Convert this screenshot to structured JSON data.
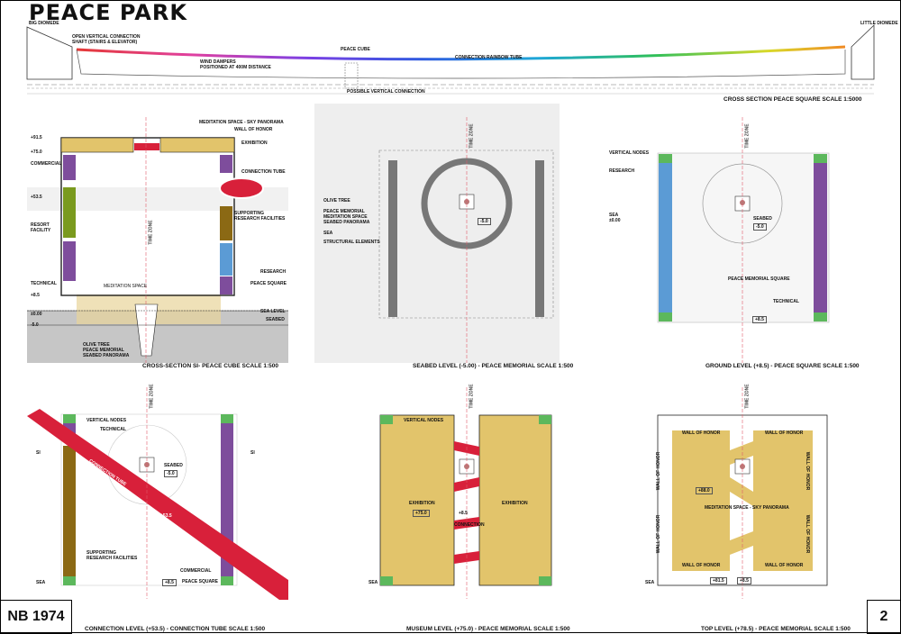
{
  "header": {
    "title": "PEACE PARK"
  },
  "footer": {
    "id": "NB 1974",
    "page": "2"
  },
  "cross_section": {
    "left_island": "BIG DIOMEDE",
    "right_island": "LITTLE DIOMEDE",
    "labels": {
      "shaft": "OPEN VERTICAL CONNECTION\nSHAFT (STAIRS & ELEVATOR)",
      "dampers": "WIND DAMPERS\nPOSITIONED AT 400M DISTANCE",
      "cube": "PEACE CUBE",
      "tube": "CONNECTION RAINBOW TUBE",
      "vertical": "POSSIBLE VERTICAL CONNECTION"
    },
    "caption": "CROSS SECTION   PEACE SQUARE  SCALE 1:5000"
  },
  "panel_section": {
    "caption": "CROSS-SECTION SI- PEACE CUBE      SCALE 1:500",
    "levels": [
      "+91.5",
      "+75.0",
      "+53.5",
      "+8.5",
      "±0.00",
      "-5.0"
    ],
    "labels": {
      "meditation_sky": "MEDITATION SPACE  - SKY PANORAMA",
      "wall": "WALL OF HONOR",
      "exhibition": "EXHIBITION",
      "tube": "CONNECTION TUBE",
      "supporting": "SUPPORTING\nRESEARCH FACILITIES",
      "commercial": "COMMERCIAL",
      "resort": "RESORT\nFACILITY",
      "technical": "TECHNICAL",
      "research": "RESEARCH",
      "square": "PEACE SQUARE",
      "sea_level": "SEA LEVEL",
      "seabed": "SEABED",
      "med_space": "MEDITATION SPACE",
      "olive": "OLIVE TREE\nPEACE MEMORIAL\nSEABED PANORAMA",
      "time_zone": "TIME ZONE"
    }
  },
  "panel_seabed": {
    "caption": "SEABED LEVEL (-5.00)  -  PEACE MEMORIAL  SCALE 1:500",
    "labels": {
      "olive": "OLIVE TREE",
      "memorial": "PEACE MEMORIAL\nMEDITATION SPACE\nSEABED PANORAMA",
      "sea": "SEA",
      "structural": "STRUCTURAL ELEMENTS",
      "level": "-5.0",
      "time_zone": "TIME ZONE"
    }
  },
  "panel_ground": {
    "caption": "GROUND LEVEL (+8.5)  -  PEACE SQUARE  SCALE 1:500",
    "labels": {
      "nodes": "VERTICAL NODES",
      "research": "RESEARCH",
      "sea": "SEA\n±0.00",
      "seabed": "SEABED",
      "seabed_val": "-5.0",
      "square": "PEACE MEMORIAL SQUARE",
      "technical": "TECHNICAL",
      "level": "+8.5",
      "time_zone": "TIME ZONE"
    }
  },
  "panel_connection": {
    "caption": "CONNECTION LEVEL (+53.5)   -  CONNECTION TUBE    SCALE 1:500",
    "labels": {
      "nodes": "VERTICAL NODES",
      "technical": "TECHNICAL",
      "si": "SI",
      "tube": "CONNECTION TUBE",
      "seabed": "SEABED",
      "seabed_val": "-5.0",
      "tube_level": "+53.5",
      "supporting": "SUPPORTING\nRESEARCH FACILITIES",
      "commercial": "COMMERCIAL",
      "square": "PEACE SQUARE",
      "sea": "SEA",
      "level": "+8.5",
      "time_zone": "TIME ZONE"
    }
  },
  "panel_museum": {
    "caption": "MUSEUM LEVEL (+75.0)   -  PEACE MEMORIAL   SCALE 1:500",
    "labels": {
      "nodes": "VERTICAL NODES",
      "exhibition": "EXHIBITION",
      "level": "+75.0",
      "connection": "CONNECTION",
      "sea": "SEA",
      "small_a": "+8.5",
      "time_zone": "TIME ZONE"
    }
  },
  "panel_top": {
    "caption": "TOP LEVEL (+78.5)  -  PEACE MEMORIAL  SCALE 1:500",
    "labels": {
      "wall": "WALL OF HONOR",
      "meditation": "MEDITATION SPACE  - SKY PANORAMA",
      "level": "+88.0",
      "sea": "SEA",
      "lvl_a": "+81.5",
      "lvl_b": "+8.5",
      "time_zone": "TIME ZONE"
    }
  },
  "colors": {
    "sand": "#e2c46b",
    "red": "#d8203a",
    "purple": "#7e4d9c",
    "blue": "#5b9bd5",
    "olive": "#7a9a1e",
    "brown": "#8b6914",
    "green": "#5cb85c",
    "dark": "#666666",
    "time_zone": "#e05a6a"
  }
}
